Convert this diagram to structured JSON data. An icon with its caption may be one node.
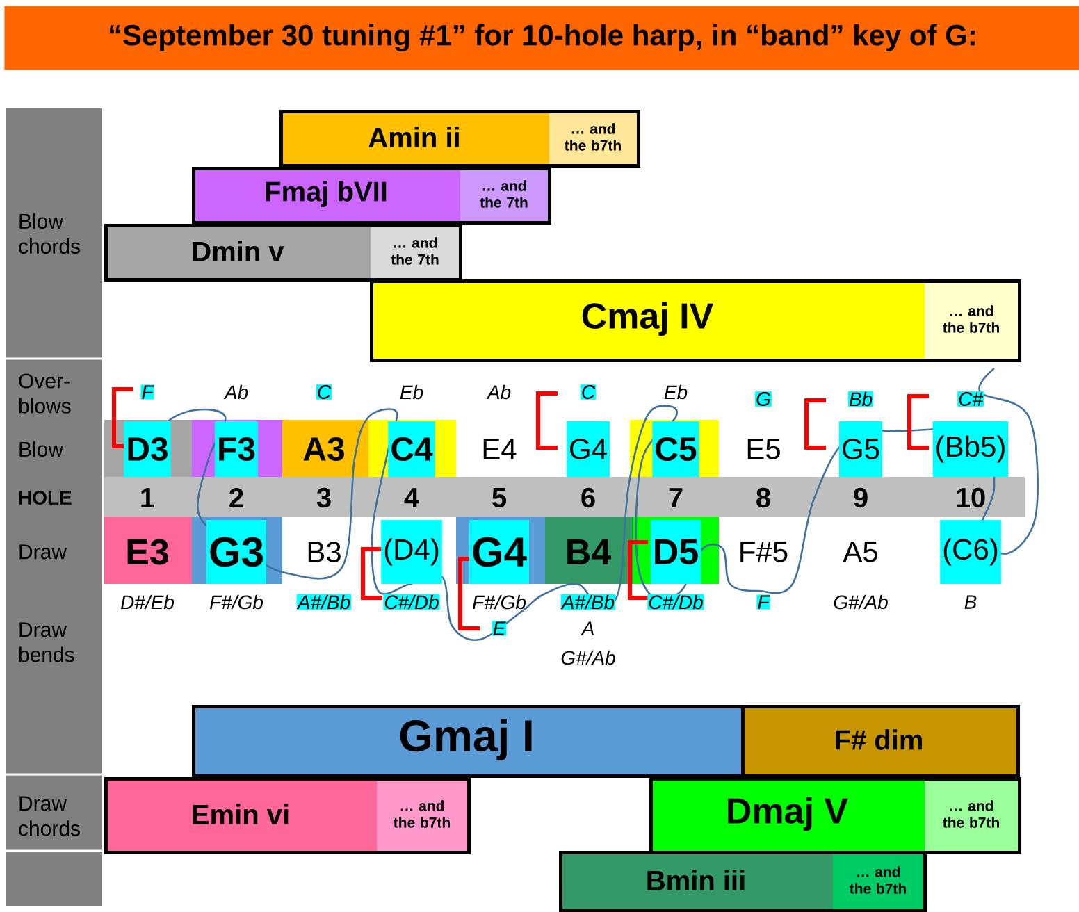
{
  "diagram": {
    "title": "“September 30 tuning #1” for 10-hole harp, in “band” key of G:",
    "nodes": [
      {
        "text": [
          "Amin ii",
          "… and the b7th"
        ]
      },
      {
        "text": [
          "Fmaj bVII",
          "… and the 7th"
        ]
      },
      {
        "text": [
          "Dmin v",
          "… and the 7th"
        ]
      },
      {
        "text": [
          "Cmaj IV",
          "… and the b7th"
        ]
      },
      {
        "text": [
          "Gmaj I"
        ]
      },
      {
        "text": [
          "F# dim"
        ]
      },
      {
        "text": [
          "Emin vi",
          "… and the b7th"
        ]
      },
      {
        "text": [
          "Dmaj V",
          "… and the b7th"
        ]
      },
      {
        "text": [
          "Bmin iii",
          "… and the b7th"
        ]
      }
    ],
    "labels": [
      "Blow chords",
      "Over-blows",
      "F",
      "Ab",
      "C",
      "Eb",
      "Ab",
      "C",
      "Eb",
      "G",
      "Bb",
      "C#",
      "Blow",
      "D3",
      "F3",
      "A3",
      "C4",
      "E4",
      "G4",
      "C5",
      "E5",
      "G5",
      "(Bb5)",
      "HOLE",
      "1",
      "2",
      "3",
      "4",
      "5",
      "6",
      "7",
      "8",
      "9",
      "10",
      "Draw",
      "E3",
      "G3",
      "B3",
      "(D4)",
      "G4",
      "B4",
      "D5",
      "F#5",
      "A5",
      "(C6)",
      "D#/Eb",
      "F#/Gb",
      "A#/Bb",
      "C#/Db",
      "F#/Gb",
      "A#/Bb",
      "C#/Db",
      "F",
      "G#/Ab",
      "B",
      "E",
      "A",
      "Draw bends",
      "G#/Ab",
      "Draw chords"
    ]
  }
}
